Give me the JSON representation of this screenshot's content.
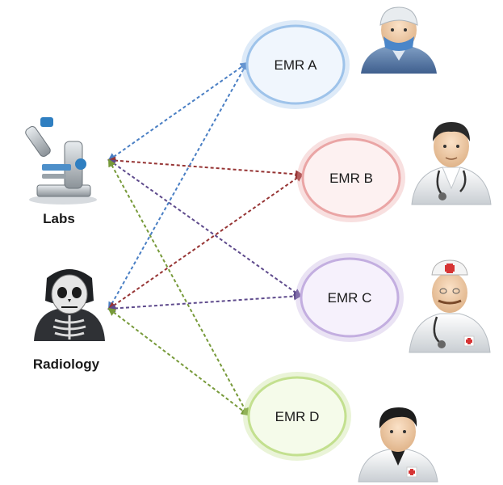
{
  "sources": {
    "labs": {
      "label": "Labs"
    },
    "radiology": {
      "label": "Radiology"
    }
  },
  "emr_nodes": [
    {
      "id": "emr-a",
      "label": "EMR A",
      "ring_color": "#9ec3ea",
      "fill_color": "#f0f6fd"
    },
    {
      "id": "emr-b",
      "label": "EMR B",
      "ring_color": "#eaa5a5",
      "fill_color": "#fdf1f1"
    },
    {
      "id": "emr-c",
      "label": "EMR C",
      "ring_color": "#c3aee0",
      "fill_color": "#f6f1fc"
    },
    {
      "id": "emr-d",
      "label": "EMR D",
      "ring_color": "#c3e08f",
      "fill_color": "#f5fbea"
    }
  ],
  "connections": [
    {
      "from": "labs",
      "to": "emr-a",
      "color": "#4a7fc4"
    },
    {
      "from": "labs",
      "to": "emr-b",
      "color": "#963434"
    },
    {
      "from": "labs",
      "to": "emr-c",
      "color": "#5e4a8c"
    },
    {
      "from": "labs",
      "to": "emr-d",
      "color": "#779a3a"
    },
    {
      "from": "radiology",
      "to": "emr-a",
      "color": "#4a7fc4"
    },
    {
      "from": "radiology",
      "to": "emr-b",
      "color": "#963434"
    },
    {
      "from": "radiology",
      "to": "emr-c",
      "color": "#5e4a8c"
    },
    {
      "from": "radiology",
      "to": "emr-d",
      "color": "#779a3a"
    }
  ],
  "icons": {
    "labs": "microscope-icon",
    "radiology": "xray-skeleton-icon",
    "emr_a_user": "surgeon-icon",
    "emr_b_user": "doctor-icon",
    "emr_c_user": "senior-doctor-icon",
    "emr_d_user": "young-doctor-icon"
  }
}
